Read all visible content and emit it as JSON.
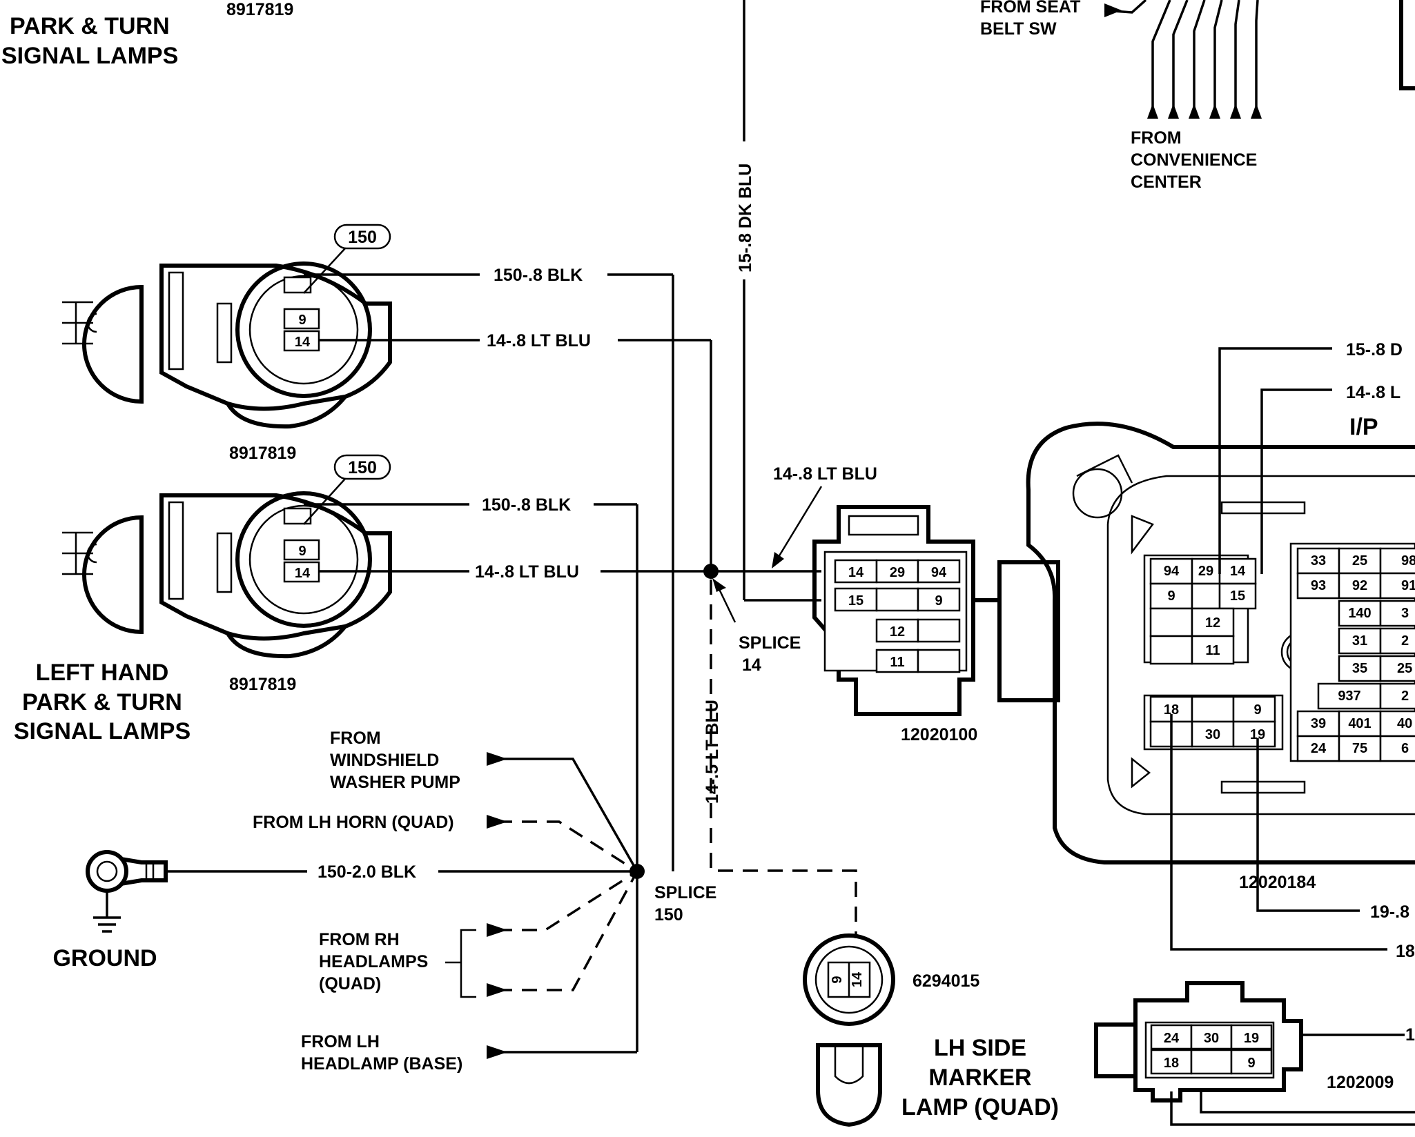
{
  "labels": {
    "rh_title_line1": "PARK & TURN",
    "rh_title_line2": "SIGNAL LAMPS",
    "part_top": "8917819",
    "part_rh": "8917819",
    "part_lh": "8917819",
    "lh_title_line1": "LEFT HAND",
    "lh_title_line2": "PARK & TURN",
    "lh_title_line3": "SIGNAL LAMPS",
    "tag_150_a": "150",
    "tag_150_b": "150",
    "wire_150_blk_a": "150-.8 BLK",
    "wire_14_ltblu_a": "14-.8 LT BLU",
    "wire_150_blk_b": "150-.8 BLK",
    "wire_14_ltblu_b": "14-.8 LT BLU",
    "wire_15_dkblu_vert": "15-.8 DK BLU",
    "wire_14_ltblu_c": "14-.8 LT BLU",
    "wire_14_5_ltblu_vert": "14-.5 LT BLU",
    "splice14_line1": "SPLICE",
    "splice14_line2": "14",
    "conn_12020100": "12020100",
    "from_seat_line1": "FROM SEAT",
    "from_seat_line2": "BELT SW",
    "from_conv_line1": "FROM",
    "from_conv_line2": "CONVENIENCE",
    "from_conv_line3": "CENTER",
    "wire_15_right": "15-.8 D",
    "wire_14_right": "14-.8 L",
    "ip_label": "I/P",
    "conn_12020184": "12020184",
    "wire_19_right": "19-.8",
    "wire_18_right": "18",
    "wire_1_right": "1",
    "conn_1202009": "1202009",
    "from_washer_line1": "FROM",
    "from_washer_line2": "WINDSHIELD",
    "from_washer_line3": "WASHER PUMP",
    "from_lh_horn": "FROM LH HORN (QUAD)",
    "wire_150_2_blk": "150-2.0 BLK",
    "splice150_line1": "SPLICE",
    "splice150_line2": "150",
    "ground": "GROUND",
    "from_rh_head_line1": "FROM RH",
    "from_rh_head_line2": "HEADLAMPS",
    "from_rh_head_line3": "(QUAD)",
    "from_lh_head_line1": "FROM LH",
    "from_lh_head_line2": "HEADLAMP (BASE)",
    "conn_6294015": "6294015",
    "lh_side_line1": "LH SIDE",
    "lh_side_line2": "MARKER",
    "lh_side_line3": "LAMP (QUAD)"
  },
  "pins": {
    "socket_rh_top": "9",
    "socket_rh_bottom": "14",
    "socket_lh_top": "9",
    "socket_lh_bottom": "14",
    "c100_r1": [
      "14",
      "29",
      "94"
    ],
    "c100_r2": [
      "15",
      "",
      "9"
    ],
    "c100_r3": [
      "12",
      ""
    ],
    "c100_r4": [
      "11",
      ""
    ],
    "marker_left": "9",
    "marker_right": "14",
    "ip_a_r1": [
      "94",
      "29",
      "14"
    ],
    "ip_a_r2": [
      "9",
      "",
      "15"
    ],
    "ip_a_r3": [
      "",
      "12",
      ""
    ],
    "ip_a_r4": [
      "",
      "11",
      ""
    ],
    "ip_b_r1": [
      "33",
      "25",
      "98"
    ],
    "ip_b_r2": [
      "93",
      "92",
      "91"
    ],
    "ip_b_r3": [
      "140",
      "3"
    ],
    "ip_b_r4": [
      "31",
      "2"
    ],
    "ip_b_r5": [
      "35",
      "25"
    ],
    "ip_b_r6": [
      "937",
      "2"
    ],
    "ip_b_r7": [
      "39",
      "401",
      "40"
    ],
    "ip_b_r8": [
      "24",
      "75",
      "6"
    ],
    "ip_c_r1": [
      "18",
      "",
      "9"
    ],
    "ip_c_r2": [
      "",
      "30",
      "19"
    ],
    "c9_r1": [
      "24",
      "30",
      "19"
    ],
    "c9_r2": [
      "18",
      "",
      "9"
    ]
  }
}
